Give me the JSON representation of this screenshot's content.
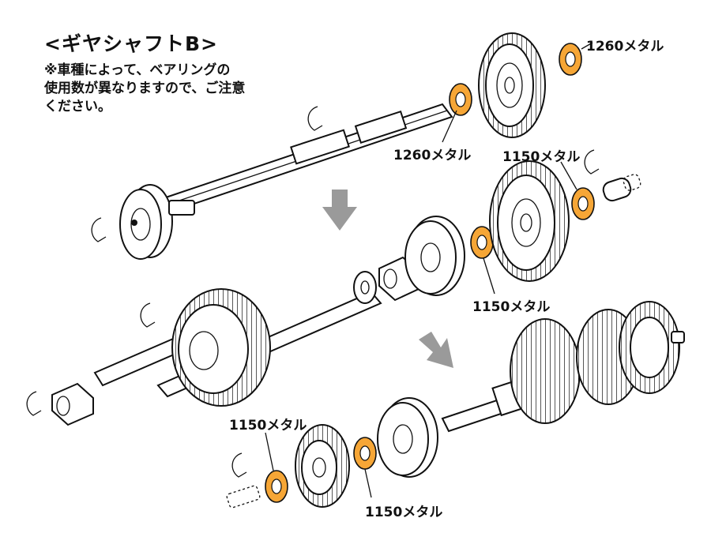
{
  "title": "<ギヤシャフトB>",
  "note_lines": [
    "※車種によって、ベアリングの",
    "使用数が異なりますので、ご注意",
    "ください。"
  ],
  "callouts": {
    "top_right": "1260メタル",
    "top_mid": "1260メタル",
    "mid_right_top": "1150メタル",
    "mid_below": "1150メタル",
    "bottom_left": "1150メタル",
    "bottom_mid": "1150メタル"
  },
  "colors": {
    "bearing": "#f6a636",
    "line": "#111111",
    "arrow": "#9a9a9a"
  }
}
